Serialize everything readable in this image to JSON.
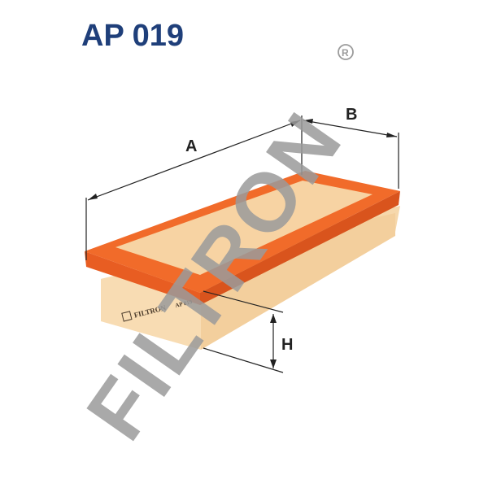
{
  "product": {
    "code": "AP 019"
  },
  "dimensions": {
    "a": "A",
    "b": "B",
    "h": "H"
  },
  "filter_label": {
    "brand": "FILTRON",
    "model": "AP 019"
  },
  "watermark": {
    "brand": "FILTRON",
    "registered": "®"
  },
  "colors": {
    "title": "#1f3f7a",
    "frame": "#f16b2a",
    "frame_dark": "#d9541d",
    "media": "#f7d3a3",
    "media_side": "#f6d8ac",
    "watermark": "#9b9b9b",
    "line": "#222222"
  }
}
